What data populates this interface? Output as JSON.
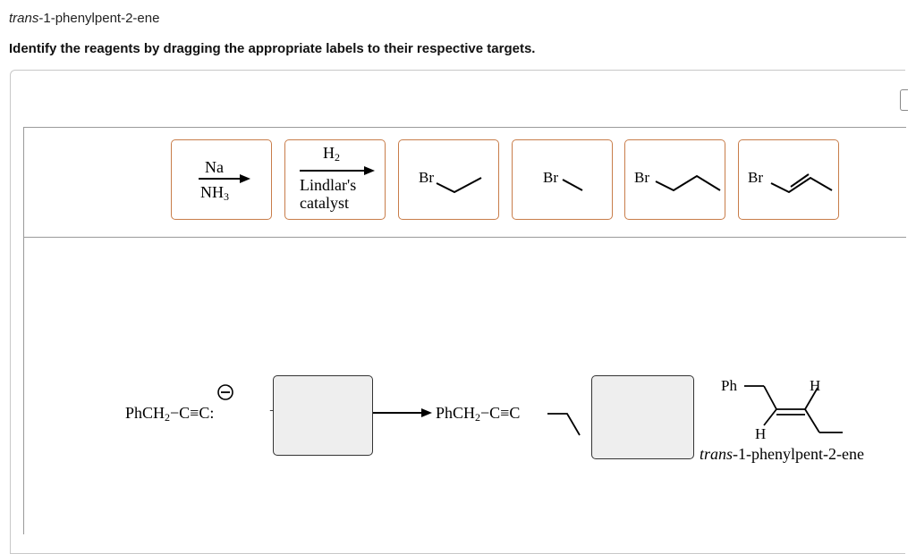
{
  "header": {
    "title_italic": "trans",
    "title_rest": "-1-phenylpent-2-ene",
    "instruction": "Identify the reagents by dragging the appropriate labels to their respective targets."
  },
  "labels": [
    {
      "above": "Na",
      "below": "NH",
      "below_sub": "3"
    },
    {
      "above": "H",
      "above_sub": "2",
      "below_line1": "Lindlar's",
      "below_line2": "catalyst"
    },
    {
      "text": "Br"
    },
    {
      "text": "Br"
    },
    {
      "text": "Br"
    },
    {
      "text": "Br"
    }
  ],
  "scheme": {
    "reactant_prefix": "PhCH",
    "reactant_sub": "2",
    "reactant_suffix": "−C≡C:",
    "charge": "−",
    "plus": "+",
    "intermediate_prefix": "PhCH",
    "intermediate_sub": "2",
    "intermediate_suffix": "−C≡C",
    "product_ph": "Ph",
    "product_h1": "H",
    "product_h2": "H",
    "product_name_italic": "trans",
    "product_name_rest": "-1-phenylpent-2-ene"
  },
  "colors": {
    "label_border": "#c87d4a",
    "target_fill": "#eeeeee"
  }
}
